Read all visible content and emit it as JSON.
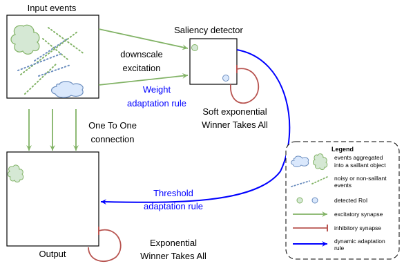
{
  "colors": {
    "excitatory": "#82b366",
    "inhibitory": "#b85450",
    "adaptation": "#0000ff",
    "object_fill": "#d5e8d4",
    "object_stroke": "#82b366",
    "cloud_fill": "#dae8fc",
    "cloud_stroke": "#6c8ebf",
    "box_stroke": "#000000",
    "blue_text": "#0000ff"
  },
  "blocks": {
    "input_label": "Input events",
    "saliency_label": "Saliency detector",
    "output_label": "Output"
  },
  "edge_labels": {
    "downscale_1": "downscale",
    "downscale_2": "excitation",
    "weight_1": "Weight",
    "weight_2": "adaptation rule",
    "soft_wta_1": "Soft exponential",
    "soft_wta_2": "Winner Takes All",
    "one_to_one_1": "One To One",
    "one_to_one_2": "connection",
    "threshold_1": "Threshold",
    "threshold_2": "adaptation rule",
    "exp_wta_1": "Exponential",
    "exp_wta_2": "Winner Takes All"
  },
  "legend": {
    "title": "Legend",
    "object_1": "events aggregated",
    "object_2": "into a saillant object",
    "noise_1": "noisy or non-saillant",
    "noise_2": "events",
    "roi": "detected RoI",
    "excitatory": "excitatory synapse",
    "inhibitory": "inhibitory synapse",
    "dynamic_1": "dynamic adaptation",
    "dynamic_2": "rule"
  }
}
